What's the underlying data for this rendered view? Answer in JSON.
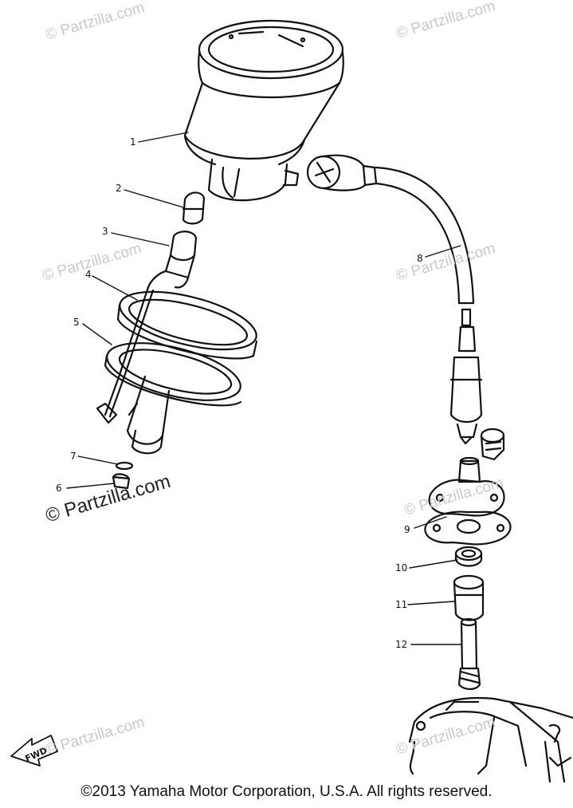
{
  "watermark": "© Partzilla.com",
  "watermark_main": "© Partzilla.com",
  "callouts": [
    "1",
    "2",
    "3",
    "4",
    "5",
    "6",
    "7",
    "8",
    "9",
    "10",
    "11",
    "12"
  ],
  "fwd_label": "FWD",
  "copyright": "©2013 Yamaha Motor Corporation, U.S.A. All rights reserved."
}
